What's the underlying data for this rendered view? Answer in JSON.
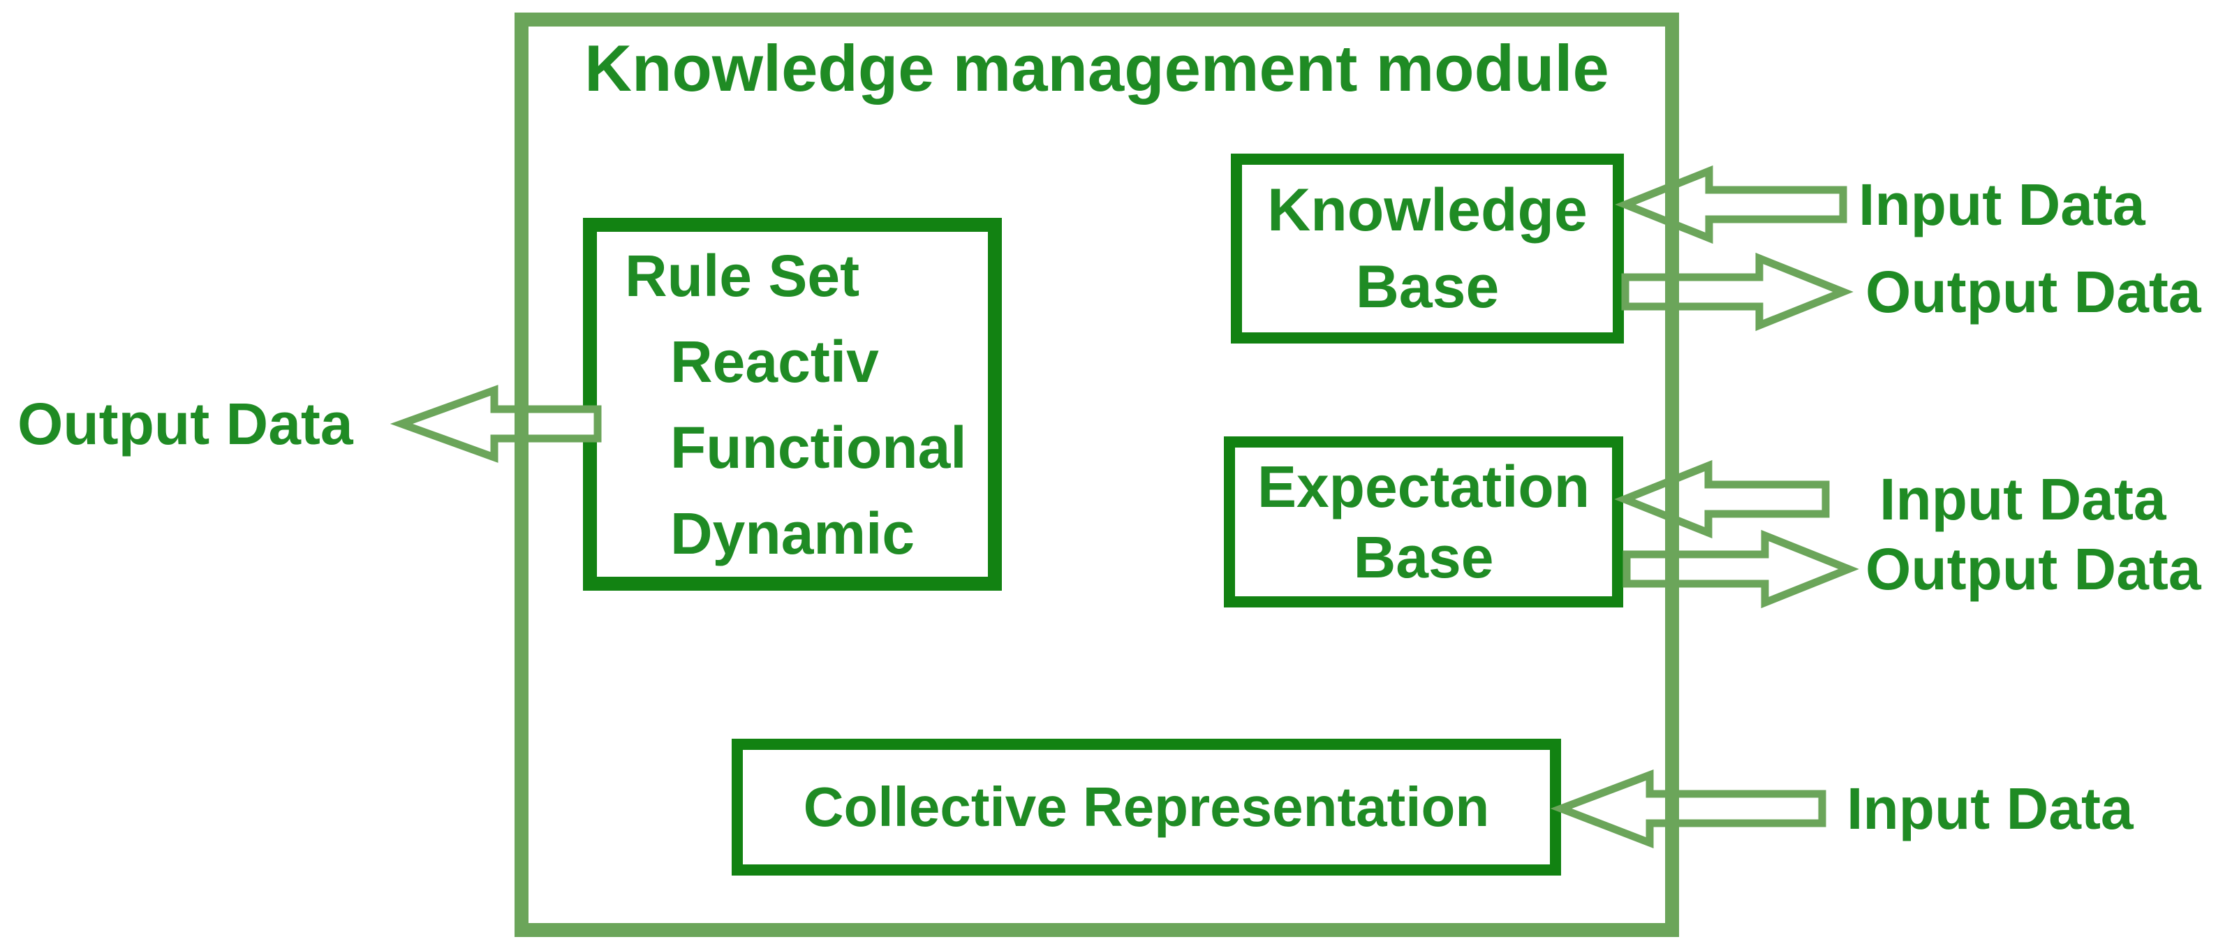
{
  "colors": {
    "text-green": "#1f8b24",
    "box-green": "#128212",
    "frame-green": "#6ba55a",
    "bg": "#ffffff"
  },
  "diagram": {
    "title": "Knowledge management module",
    "boxes": {
      "rule_set": {
        "title": "Rule Set",
        "items": [
          "Reactiv",
          "Functional",
          "Dynamic"
        ]
      },
      "knowledge_base": {
        "line1": "Knowledge",
        "line2": "Base"
      },
      "expectation_base": {
        "line1": "Expectation",
        "line2": "Base"
      },
      "collective_representation": {
        "label": "Collective Representation"
      }
    },
    "io_labels": {
      "rule_set_output": "Output Data",
      "knowledge_base_input": "Input Data",
      "knowledge_base_output": "Output Data",
      "expectation_base_input": "Input Data",
      "expectation_base_output": "Output Data",
      "collective_representation_input": "Input Data"
    },
    "arrows": [
      {
        "from": "Rule Set",
        "to": "Output Data",
        "direction": "left"
      },
      {
        "from": "Input Data",
        "to": "Knowledge Base",
        "direction": "left"
      },
      {
        "from": "Knowledge Base",
        "to": "Output Data",
        "direction": "right"
      },
      {
        "from": "Input Data",
        "to": "Expectation Base",
        "direction": "left"
      },
      {
        "from": "Expectation Base",
        "to": "Output Data",
        "direction": "right"
      },
      {
        "from": "Input Data",
        "to": "Collective Representation",
        "direction": "left"
      }
    ]
  }
}
